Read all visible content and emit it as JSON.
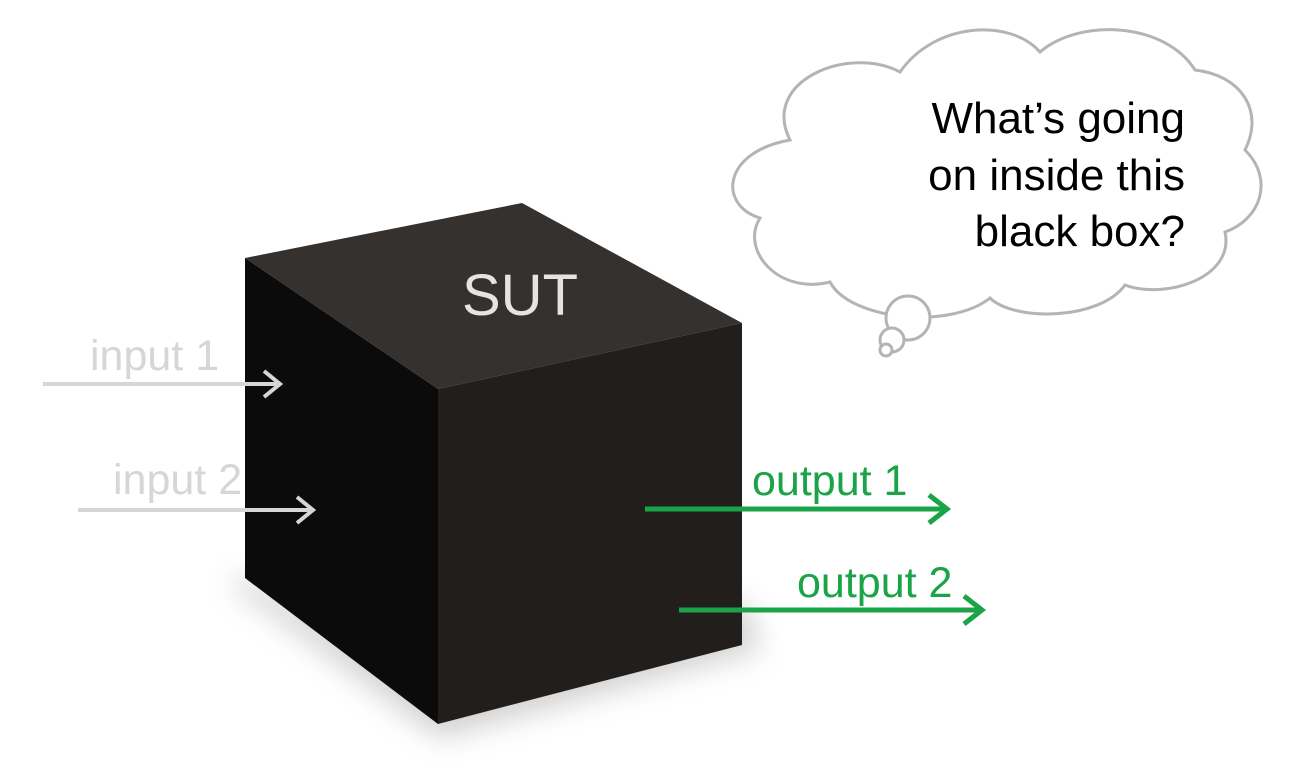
{
  "box": {
    "label": "SUT",
    "top_color": "#35312f",
    "left_color": "#0b0b0c",
    "front_color": "#221e1b",
    "label_color": "#e6e4e2"
  },
  "inputs": [
    {
      "label": "input 1"
    },
    {
      "label": "input 2"
    }
  ],
  "outputs": [
    {
      "label": "output 1"
    },
    {
      "label": "output 2"
    }
  ],
  "thought": {
    "lines": [
      "What’s going",
      "on inside this",
      "black box?"
    ]
  },
  "colors": {
    "input": "#d6d6d6",
    "output": "#1aa347",
    "cloud_stroke": "#b4b4b4",
    "thought_text": "#000000"
  }
}
